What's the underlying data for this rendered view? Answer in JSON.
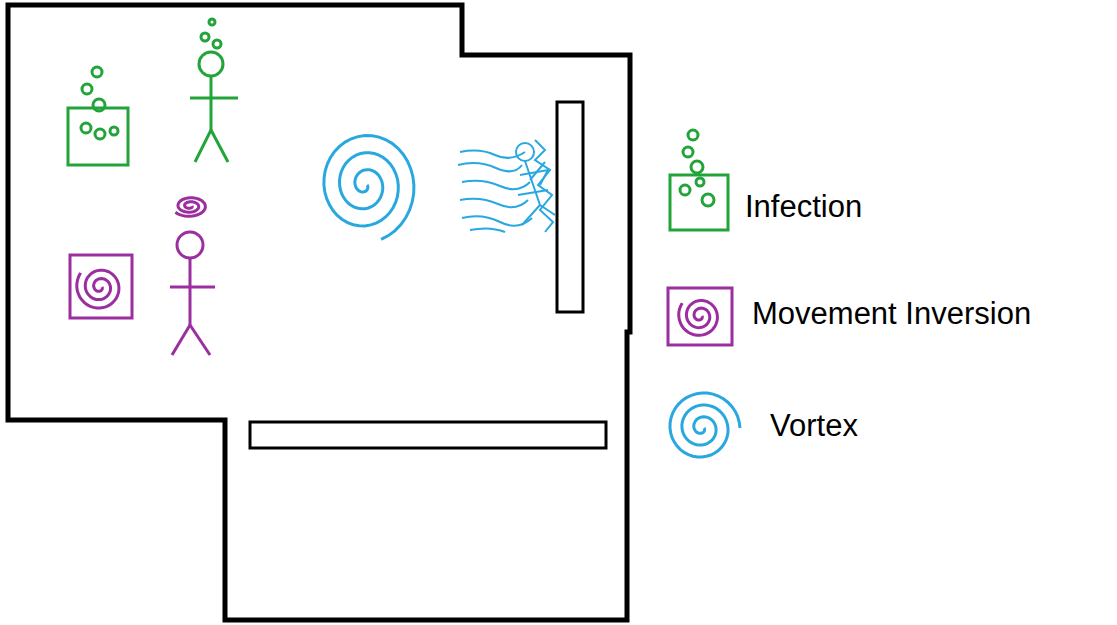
{
  "diagram": {
    "legend": [
      {
        "text": "Infection"
      },
      {
        "text": "Movement Inversion"
      },
      {
        "text": "Vortex"
      }
    ]
  }
}
